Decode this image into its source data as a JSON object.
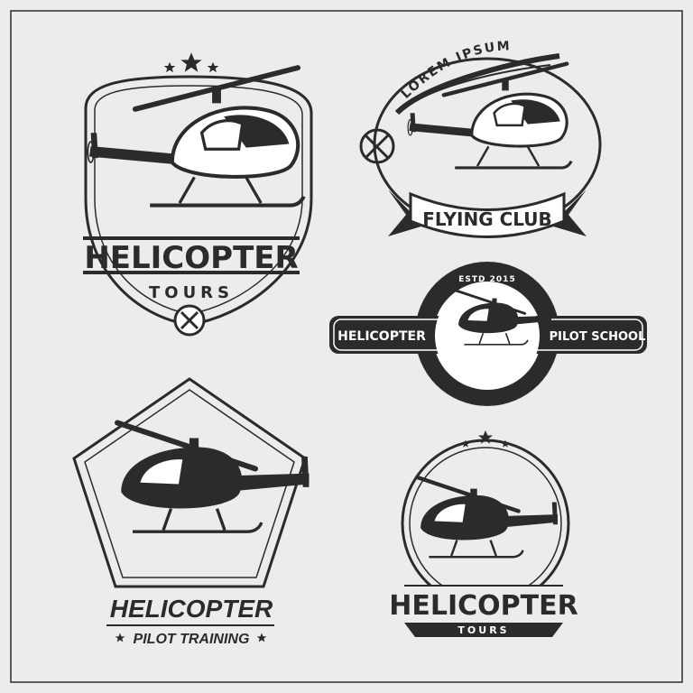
{
  "colors": {
    "background": "#ececec",
    "ink": "#2b2b2b",
    "paper": "#ffffff"
  },
  "emblems": {
    "helicopter_tours_top": {
      "title": "HELICOPTER",
      "subtitle": "TOURS",
      "icons": [
        "star-icon",
        "helicopter-icon",
        "crossed-tools-icon"
      ]
    },
    "flying_club": {
      "arc_text": "LOREM IPSUM",
      "ribbon_text": "FLYING CLUB",
      "icons": [
        "helicopter-icon"
      ]
    },
    "pilot_school": {
      "estd": "ESTD 2015",
      "left_text": "HELICOPTER",
      "right_text": "PILOT SCHOOL",
      "icons": [
        "helicopter-icon"
      ]
    },
    "pilot_training": {
      "title": "HELICOPTER",
      "subtitle": "PILOT TRAINING",
      "icons": [
        "star-icon",
        "helicopter-icon"
      ]
    },
    "helicopter_tours_bottom": {
      "title": "HELICOPTER",
      "subtitle": "TOURS",
      "icons": [
        "star-icon",
        "helicopter-icon"
      ]
    }
  }
}
